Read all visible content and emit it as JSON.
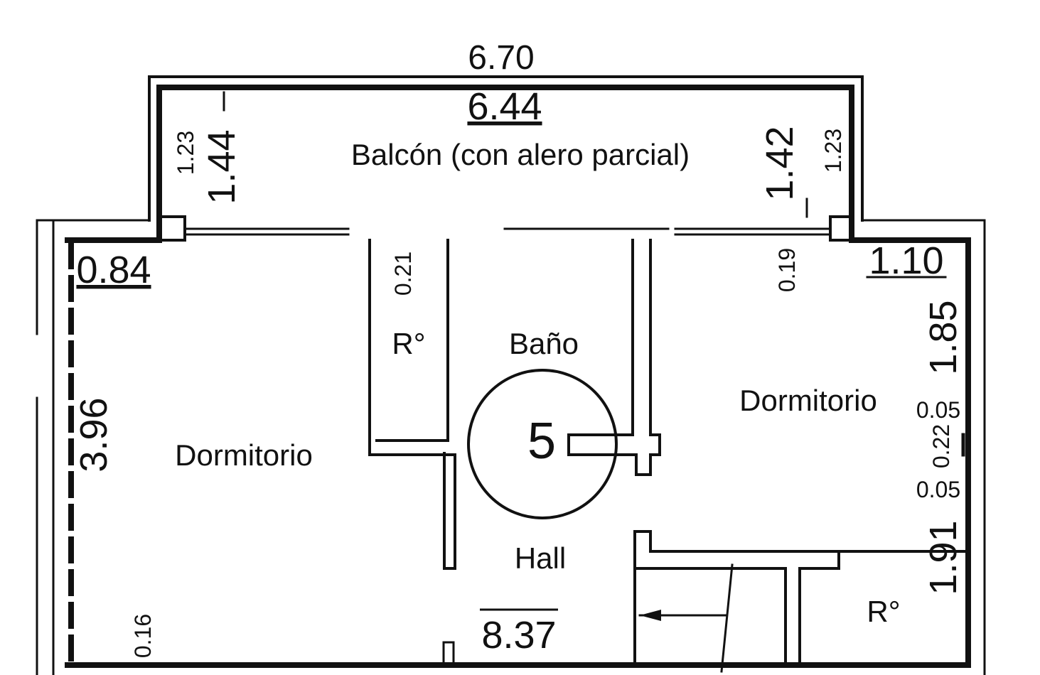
{
  "rooms": {
    "balcon": "Balcón (con alero parcial)",
    "dormitorio_left": "Dormitorio",
    "dormitorio_right": "Dormitorio",
    "bano": "Baño",
    "hall": "Hall",
    "ropero_left": "R°",
    "ropero_right": "R°"
  },
  "unit_number": "5",
  "dimensions": {
    "top_outer": "6.70",
    "top_inner": "6.44",
    "balcony_left_outer": "1.23",
    "balcony_left_inner": "1.44",
    "balcony_right_inner": "1.42",
    "balcony_right_outer": "1.23",
    "left_top": "0.84",
    "left_height": "3.96",
    "closet_top": "0.21",
    "right_mid_top": "0.19",
    "right_top": "1.10",
    "right_upper": "1.85",
    "right_small_a": "0.05",
    "right_small_b": "0.22",
    "right_small_c": "0.05",
    "right_lower": "1.91",
    "bottom_left": "0.16",
    "bottom_total": "8.37"
  },
  "colors": {
    "ink": "#111111",
    "background": "#ffffff"
  }
}
